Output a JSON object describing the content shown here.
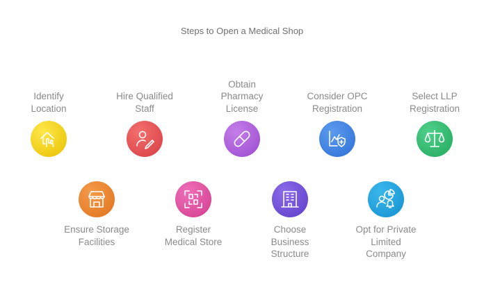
{
  "title": "Steps to Open a Medical Shop",
  "steps": [
    {
      "label": "Identify\nLocation",
      "icon": "house-hand-icon",
      "color": "#e7c000"
    },
    {
      "label": "Hire Qualified\nStaff",
      "icon": "person-pen-icon",
      "color": "#d63e42"
    },
    {
      "label": "Obtain\nPharmacy\nLicense",
      "icon": "pill-icon",
      "color": "#9a49cf"
    },
    {
      "label": "Consider OPC\nRegistration",
      "icon": "chart-shield-icon",
      "color": "#2f6fd6"
    },
    {
      "label": "Select LLP\nRegistration",
      "icon": "scales-icon",
      "color": "#22a85e"
    },
    {
      "label": "Ensure Storage\nFacilities",
      "icon": "storefront-icon",
      "color": "#e0731c"
    },
    {
      "label": "Register\nMedical Store",
      "icon": "scan-frame-icon",
      "color": "#d13c8f"
    },
    {
      "label": "Choose\nBusiness\nStructure",
      "icon": "building-icon",
      "color": "#5e3dc8"
    },
    {
      "label": "Opt for Private\nLimited\nCompany",
      "icon": "people-pie-bell-icon",
      "color": "#138fcf"
    }
  ]
}
